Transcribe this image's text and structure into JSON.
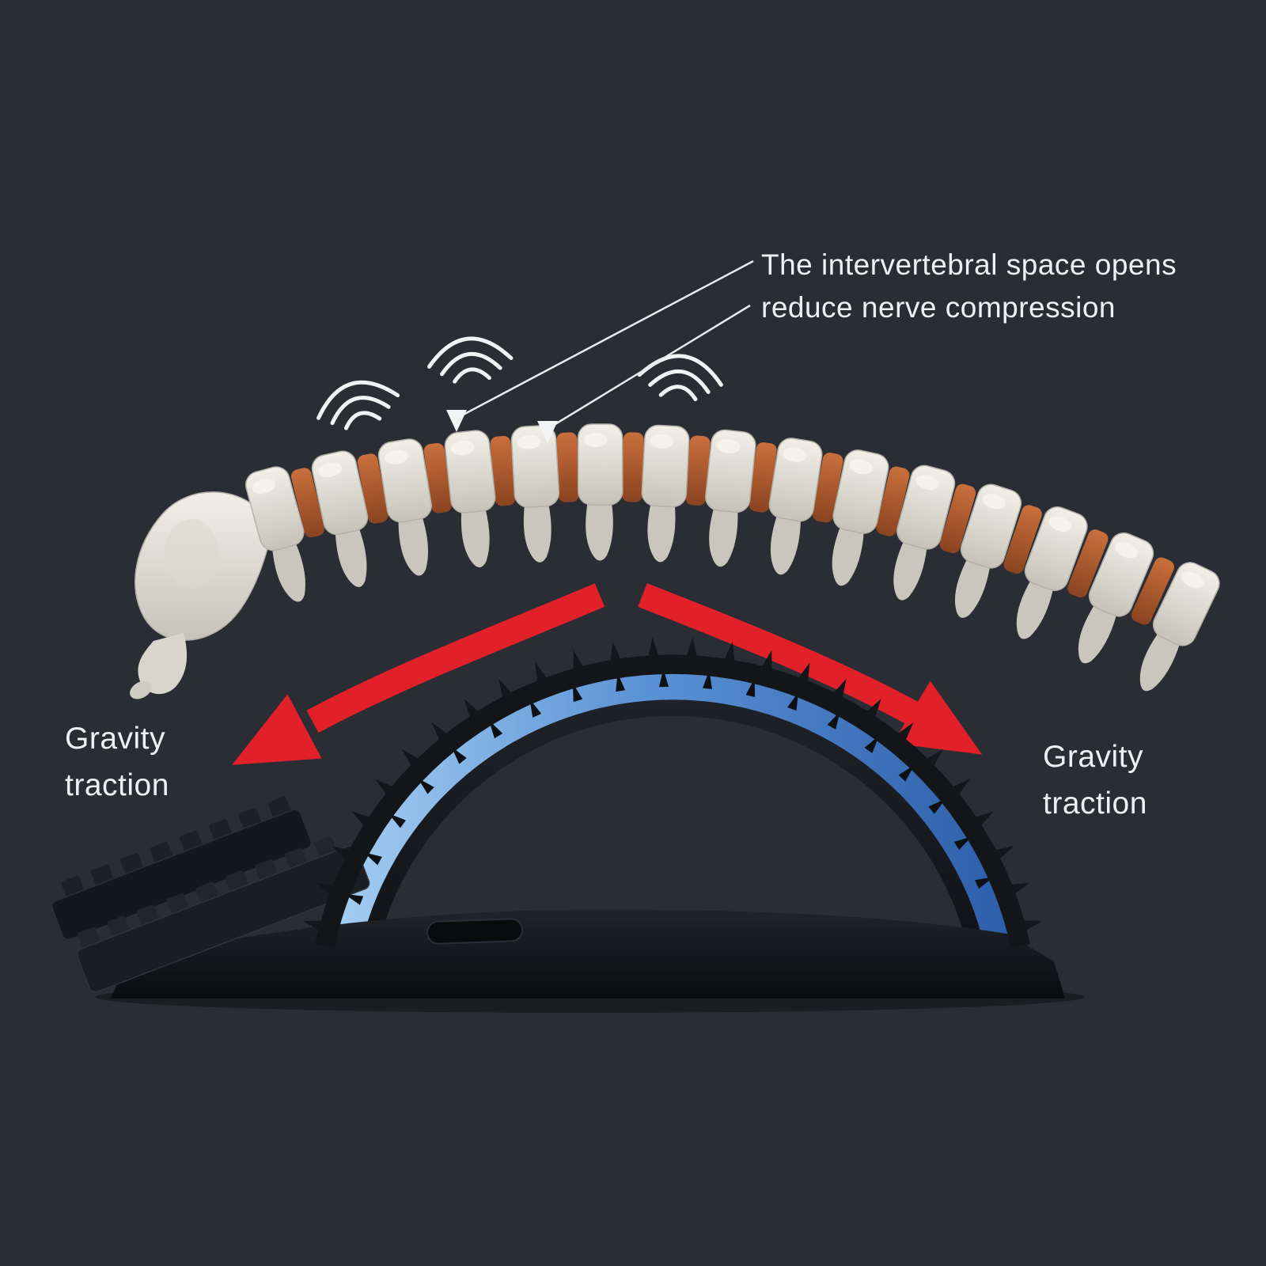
{
  "figure": {
    "background_color": "#2a2d34",
    "annotation": {
      "line1": "The intervertebral space opens",
      "line2": "reduce nerve compression"
    },
    "gravity_left": {
      "line1": "Gravity",
      "line2": "traction"
    },
    "gravity_right": {
      "line1": "Gravity",
      "line2": "traction"
    },
    "colors": {
      "arrow_red": "#e2202a",
      "device_blue": "#5c93d6",
      "bone_white": "#e7e4dc",
      "disc_orange": "#b05c30",
      "text": "#eef0f2",
      "background": "#2a2d34"
    }
  }
}
